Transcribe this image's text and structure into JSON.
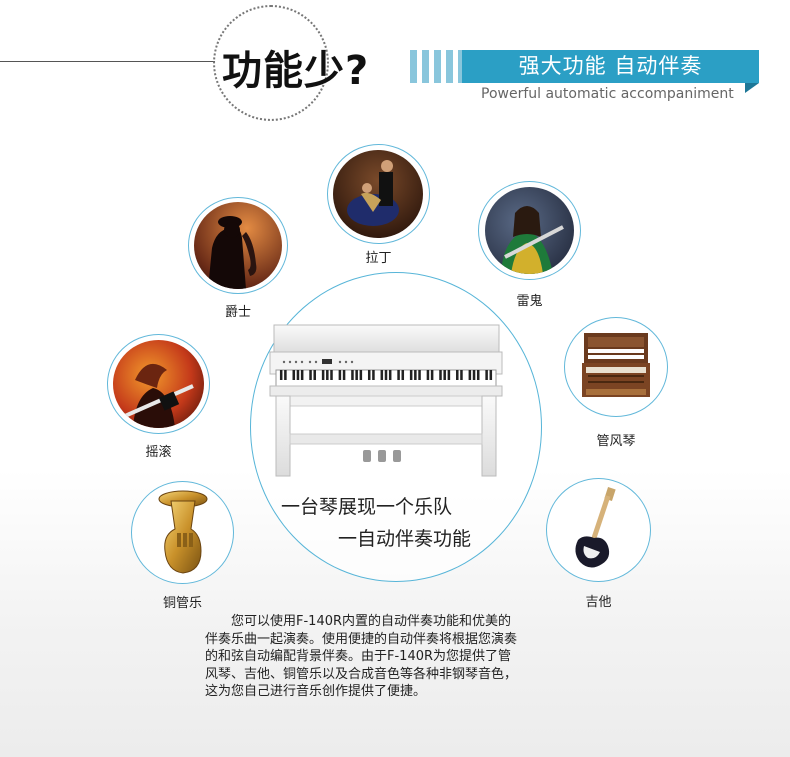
{
  "header": {
    "title": "功能少?",
    "banner_text": "强大功能 自动伴奏",
    "subtitle": "Powerful automatic accompaniment"
  },
  "center": {
    "slogan_line1": "一台琴展现一个乐队",
    "slogan_line2": "一自动伴奏功能"
  },
  "genres": [
    {
      "id": "latin",
      "label": "拉丁",
      "icon": "dancers-photo"
    },
    {
      "id": "jazz",
      "label": "爵士",
      "icon": "saxophone-player-photo"
    },
    {
      "id": "reggae",
      "label": "雷鬼",
      "icon": "guitarist-photo"
    },
    {
      "id": "rock",
      "label": "摇滚",
      "icon": "rock-guitarist-photo"
    },
    {
      "id": "organ",
      "label": "管风琴",
      "icon": "organ-photo"
    },
    {
      "id": "brass",
      "label": "铜管乐",
      "icon": "tuba-photo"
    },
    {
      "id": "guitar",
      "label": "吉他",
      "icon": "electric-guitar-photo"
    }
  ],
  "description": {
    "line1": "您可以使用F-140R内置的自动伴奏功能和优美的",
    "line2": "伴奏乐曲一起演奏。使用便捷的自动伴奏将根据您演奏",
    "line3": "的和弦自动编配背景伴奏。由于F-140R为您提供了管",
    "line4": "风琴、吉他、铜管乐以及合成音色等各种非钢琴音色，",
    "line5": "这为您自己进行音乐创作提供了便捷。"
  },
  "colors": {
    "accent": "#2b9fc5",
    "stripe": "#89c6dc",
    "ring": "#62b8da"
  }
}
